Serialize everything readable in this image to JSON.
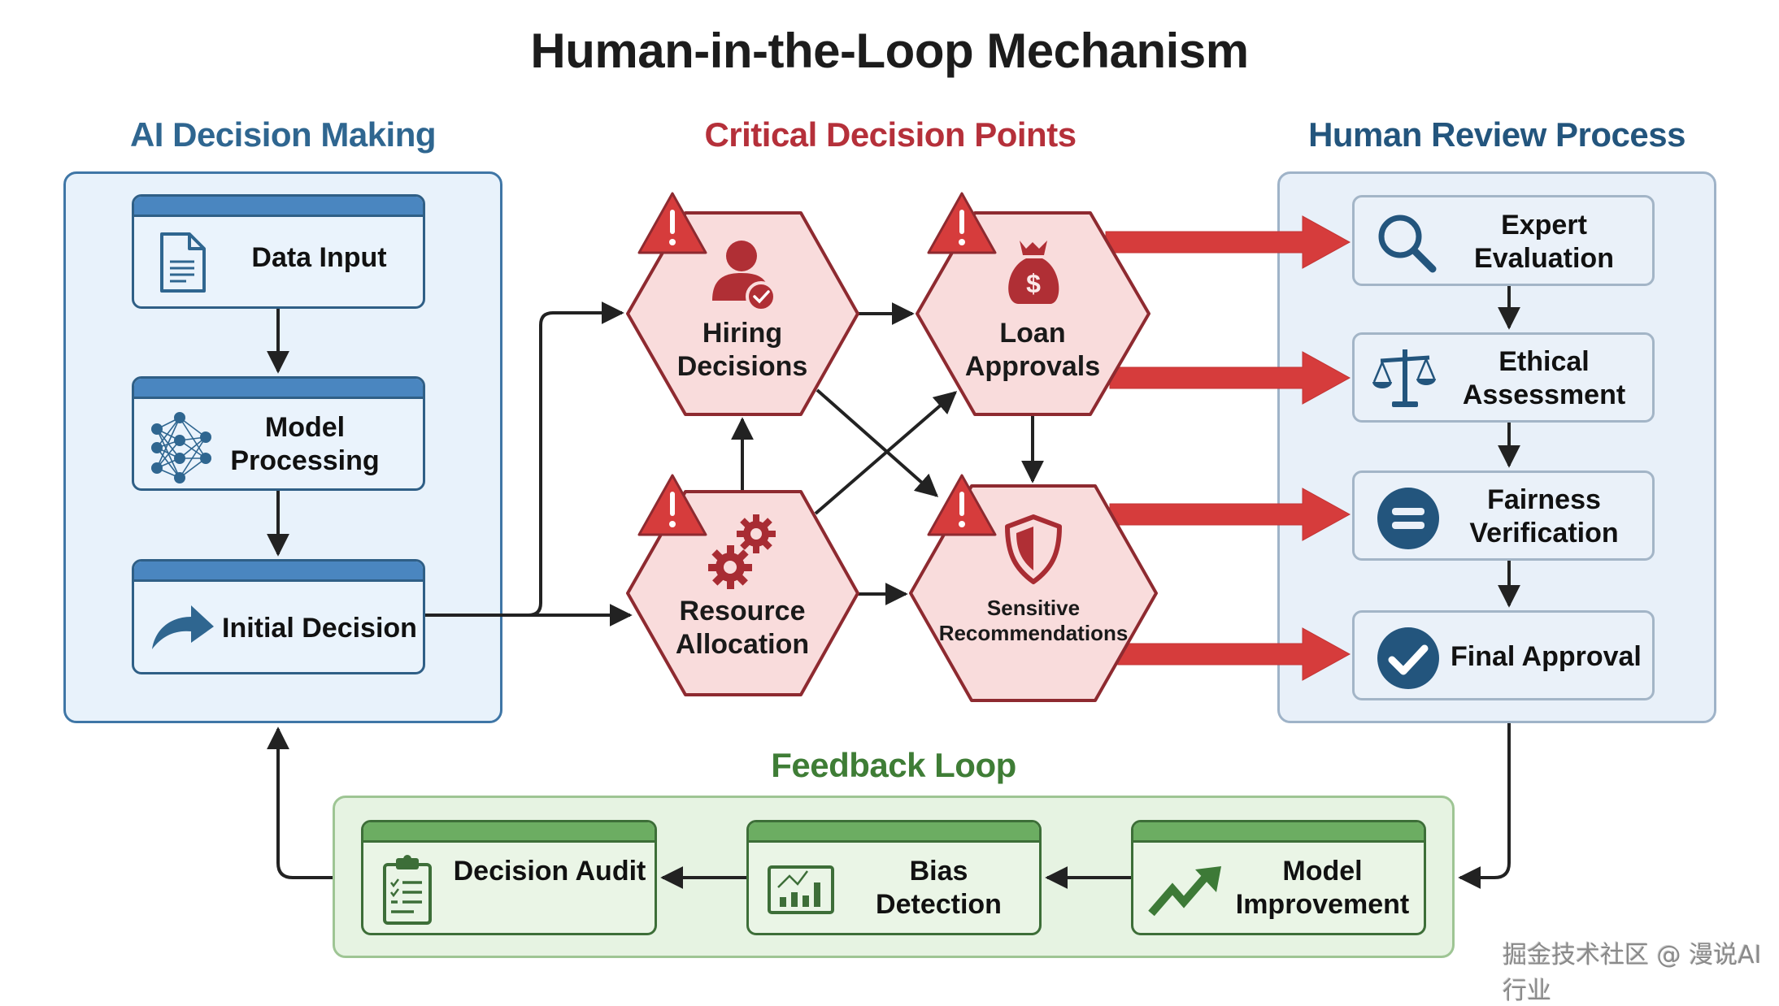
{
  "title": "Human-in-the-Loop Mechanism",
  "colors": {
    "ai_blue": "#2f6690",
    "critical_red": "#b5303a",
    "review_blue": "#23557d",
    "feedback_green": "#3f7d36",
    "arrow_dark": "#222222",
    "red_arrow": "#d63c3c",
    "hex_fill": "#f9dcdc",
    "hex_stroke": "#8e2a30"
  },
  "ai_decision_making": {
    "heading": "AI Decision Making",
    "steps": [
      {
        "label": "Data Input",
        "icon": "document-icon"
      },
      {
        "label": "Model Processing",
        "icon": "neural-network-icon"
      },
      {
        "label": "Initial Decision",
        "icon": "forward-arrow-icon"
      }
    ]
  },
  "critical_decision_points": {
    "heading": "Critical Decision Points",
    "points": [
      {
        "label": "Hiring Decisions",
        "icon": "user-check-icon",
        "warning": true
      },
      {
        "label": "Loan Approvals",
        "icon": "money-bag-icon",
        "warning": true
      },
      {
        "label": "Resource Allocation",
        "icon": "gears-icon",
        "warning": true
      },
      {
        "label": "Sensitive Recommendations",
        "icon": "shield-icon",
        "warning": true
      }
    ]
  },
  "human_review_process": {
    "heading": "Human Review Process",
    "steps": [
      {
        "label": "Expert Evaluation",
        "icon": "magnifier-icon"
      },
      {
        "label": "Ethical Assessment",
        "icon": "scales-icon"
      },
      {
        "label": "Fairness Verification",
        "icon": "equals-circle-icon"
      },
      {
        "label": "Final Approval",
        "icon": "check-circle-icon"
      }
    ]
  },
  "feedback_loop": {
    "heading": "Feedback Loop",
    "steps": [
      {
        "label": "Decision Audit",
        "icon": "clipboard-icon"
      },
      {
        "label": "Bias Detection",
        "icon": "chart-icon"
      },
      {
        "label": "Model Improvement",
        "icon": "trend-up-icon"
      }
    ]
  },
  "watermark": "掘金技术社区 @ 漫说AI行业"
}
